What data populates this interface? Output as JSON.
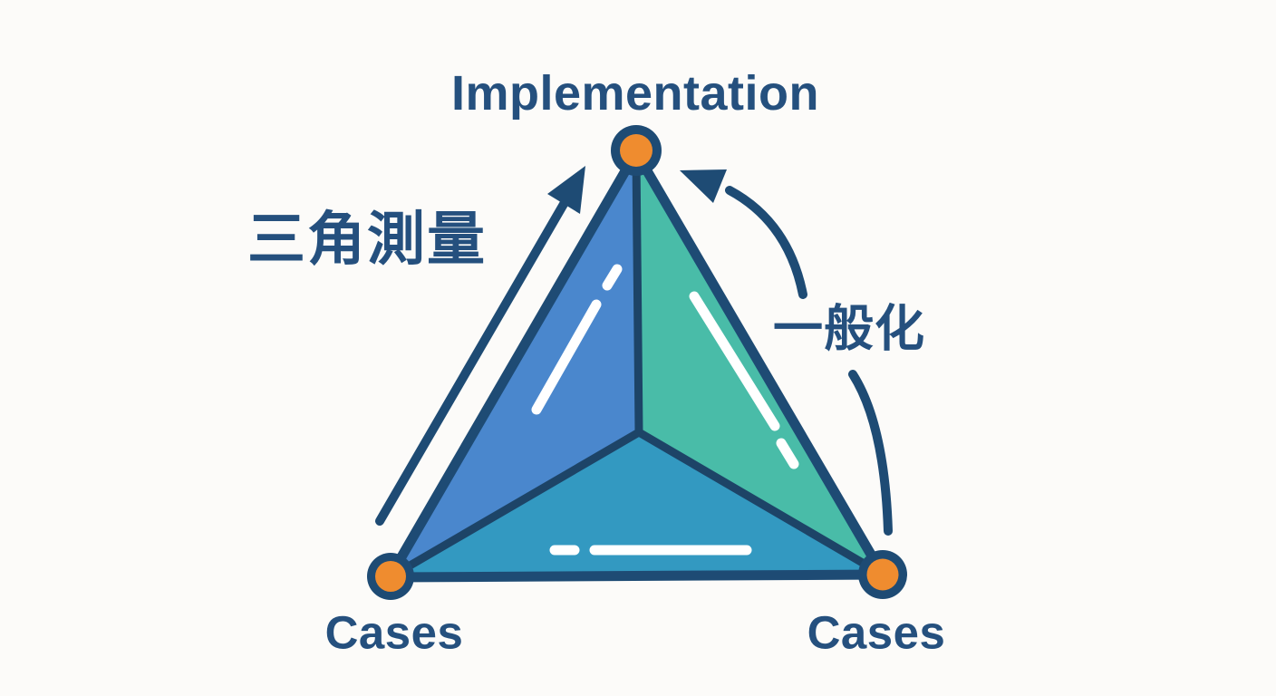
{
  "diagram": {
    "vertex_labels": {
      "top": "Implementation",
      "bottom_left": "Cases",
      "bottom_right": "Cases"
    },
    "annotations": {
      "left": "三角測量",
      "right": "一般化"
    },
    "icons": {
      "left_arrow": "straight-up-right-arrow",
      "right_arrow": "curved-up-left-arrow",
      "vertices": "orange-dot-marker"
    },
    "colors": {
      "background": "#fcfbf9",
      "outline": "#1e4b74",
      "inner_line": "#1d4467",
      "label_text": "#25507e",
      "vertex_dot": "#ef8c2f",
      "region_left": "#4a87cd",
      "region_right": "#49bca8",
      "region_bottom": "#3399c1",
      "dash_highlight": "#ffffff"
    }
  }
}
